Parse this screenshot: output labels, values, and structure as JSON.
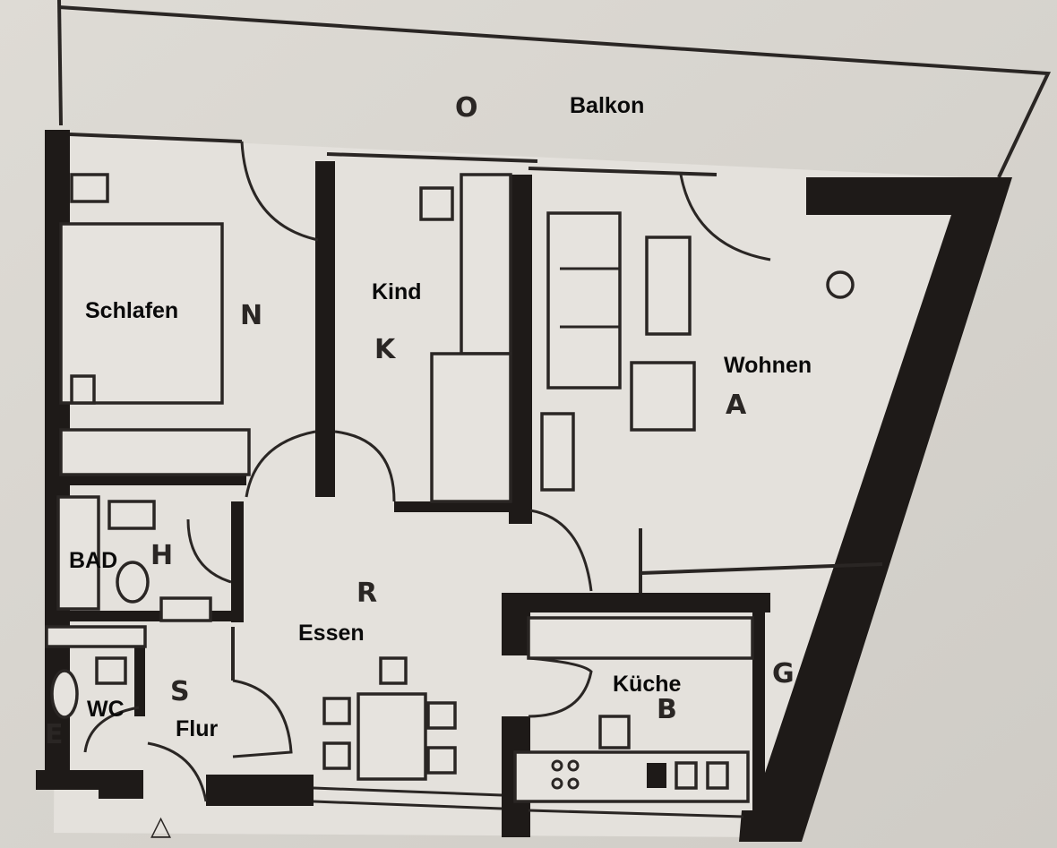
{
  "plan": {
    "rooms": {
      "balkon": {
        "letter": "O",
        "label": "Balkon"
      },
      "schlafen": {
        "letter": "N",
        "label": "Schlafen"
      },
      "kind": {
        "letter": "K",
        "label": "Kind"
      },
      "wohnen": {
        "letter": "A",
        "label": "Wohnen"
      },
      "bad": {
        "letter": "H",
        "label": "BAD"
      },
      "essen": {
        "letter": "R",
        "label": "Essen"
      },
      "flur": {
        "letter": "S",
        "label": "Flur"
      },
      "wc": {
        "letter": "E",
        "label": "WC"
      },
      "kueche": {
        "letter": "B",
        "label": "Küche"
      },
      "abstell": {
        "letter": "G"
      }
    },
    "entrance_symbol": "△",
    "colors": {
      "paper": "#d9d6d0",
      "ink": "#1e1a18"
    }
  }
}
